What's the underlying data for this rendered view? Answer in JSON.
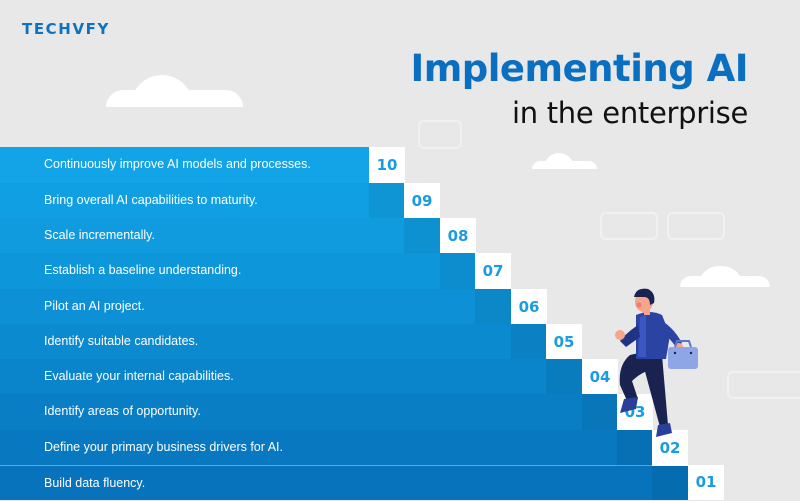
{
  "brand": {
    "logo_text": "TECHVFY",
    "accent_color": "#0a6ec1"
  },
  "header": {
    "title": "Implementing AI",
    "subtitle": "in the enterprise"
  },
  "steps": [
    {
      "number": "10",
      "text": "Continuously improve AI models and processes.",
      "color": "#12a4e6"
    },
    {
      "number": "09",
      "text": "Bring overall AI capabilities to maturity.",
      "color": "#109fe2"
    },
    {
      "number": "08",
      "text": "Scale incrementally.",
      "color": "#0f9bde"
    },
    {
      "number": "07",
      "text": "Establish a baseline understanding.",
      "color": "#0e96da"
    },
    {
      "number": "06",
      "text": " Pilot an AI project.",
      "color": "#0d90d5"
    },
    {
      "number": "05",
      "text": "Identify suitable candidates.",
      "color": "#0c8ad0"
    },
    {
      "number": "04",
      "text": "Evaluate your internal capabilities.",
      "color": "#0a84ca"
    },
    {
      "number": "03",
      "text": "Identify areas of opportunity.",
      "color": "#097ec5"
    },
    {
      "number": "02",
      "text": "Define your primary business drivers for AI.",
      "color": "#0878c0"
    },
    {
      "number": "01",
      "text": "Build data fluency.",
      "color": "#0773bc"
    }
  ],
  "illustration": {
    "subject": "businessman climbing stairs with briefcase"
  }
}
